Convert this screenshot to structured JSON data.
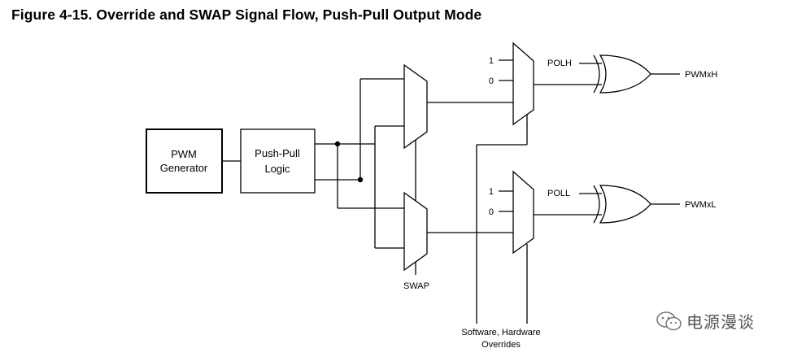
{
  "title": "Figure 4-15.  Override and SWAP Signal Flow, Push-Pull Output Mode",
  "blocks": {
    "pwm_generator": [
      "PWM",
      "Generator"
    ],
    "push_pull_logic": [
      "Push-Pull",
      "Logic"
    ]
  },
  "mux_inputs": {
    "upper_one": "1",
    "upper_zero": "0",
    "lower_one": "1",
    "lower_zero": "0"
  },
  "signals": {
    "polh": "POLH",
    "poll": "POLL",
    "pwmxh": "PWMxH",
    "pwmxl": "PWMxL",
    "swap": "SWAP",
    "overrides": [
      "Software, Hardware",
      "Overrides"
    ]
  },
  "watermark": {
    "text": "电源漫谈",
    "icon": "wechat-icon"
  }
}
